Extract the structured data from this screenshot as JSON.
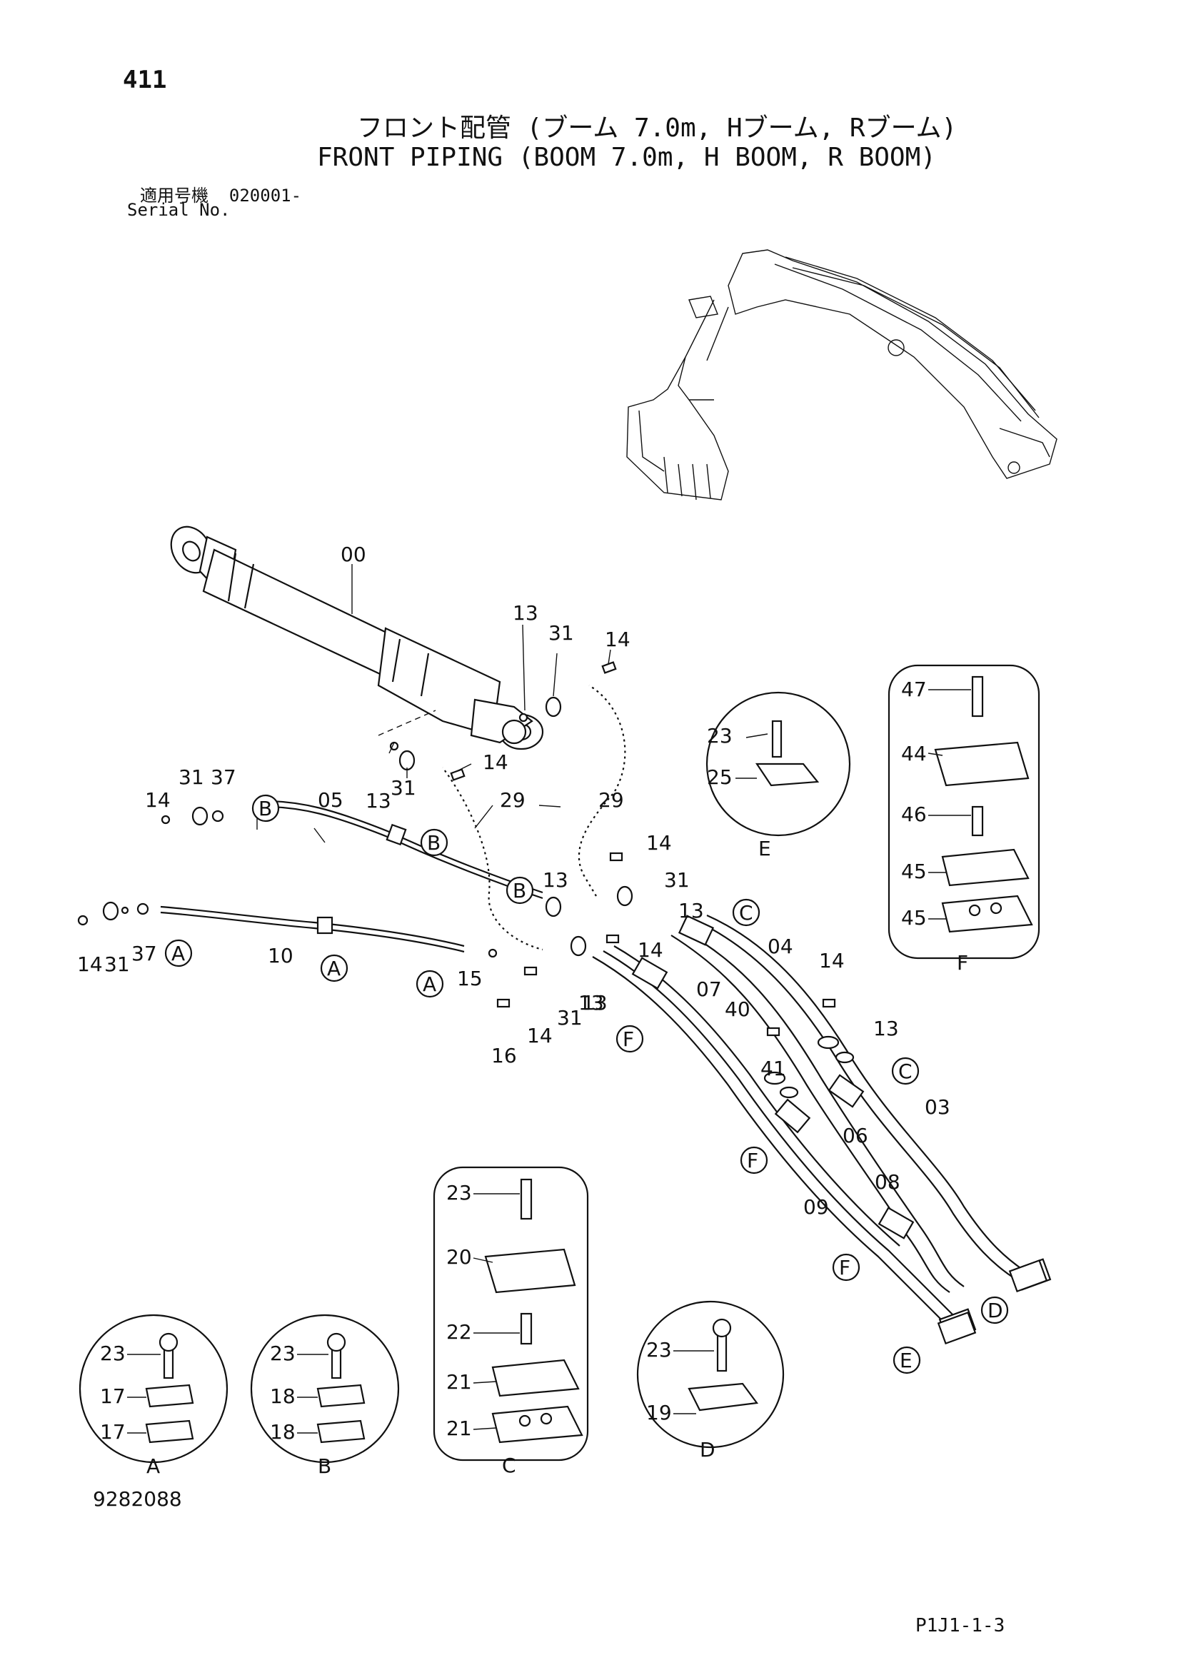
{
  "header": {
    "page_number": "411",
    "title_jp": "フロント配管 (ブーム 7.0m, Hブーム, Rブーム)",
    "title_en": "FRONT PIPING (BOOM 7.0m, H BOOM, R BOOM)",
    "serial_label_jp": "適用号機  020001-",
    "serial_label_en": "Serial No."
  },
  "footer": {
    "document_number": "9282088",
    "page_reference": "P1J1-1-3"
  },
  "callouts": {
    "c00": "00",
    "c13a": "13",
    "c31a": "31",
    "c14a": "14",
    "c14b": "14",
    "c13b": "13",
    "c31b": "31",
    "c14c": "14",
    "c31c": "31",
    "c37a": "37",
    "c05": "05",
    "c29a": "29",
    "c29b": "29",
    "c14d": "14",
    "c31d": "31",
    "c13c": "13",
    "c13d": "13",
    "c14e": "14",
    "c13e": "13",
    "c14f": "14",
    "c31e": "31",
    "c37b": "37",
    "c10": "10",
    "c15": "15",
    "c16": "16",
    "c14g": "14",
    "c31f": "31",
    "c13f": "13",
    "c04": "04",
    "c07": "07",
    "c40": "40",
    "c41": "41",
    "c14h": "14",
    "c13g": "13",
    "c03": "03",
    "c06": "06",
    "c08": "08",
    "c09": "09"
  },
  "section_markers": {
    "a1": "A",
    "a2": "A",
    "a3": "A",
    "b1": "B",
    "b2": "B",
    "b3": "B",
    "c1": "C",
    "c2": "C",
    "d1": "D",
    "e1": "E",
    "f1": "F",
    "f2": "F",
    "f3": "F"
  },
  "details": {
    "E": {
      "label": "E",
      "parts": [
        "23",
        "25"
      ]
    },
    "F": {
      "label": "F",
      "parts": [
        "47",
        "44",
        "46",
        "45",
        "45"
      ]
    },
    "A": {
      "label": "A",
      "parts": [
        "23",
        "17",
        "17"
      ]
    },
    "B": {
      "label": "B",
      "parts": [
        "23",
        "18",
        "18"
      ]
    },
    "C": {
      "label": "C",
      "parts": [
        "23",
        "20",
        "22",
        "21",
        "21"
      ]
    },
    "D": {
      "label": "D",
      "parts": [
        "23",
        "19"
      ]
    }
  }
}
